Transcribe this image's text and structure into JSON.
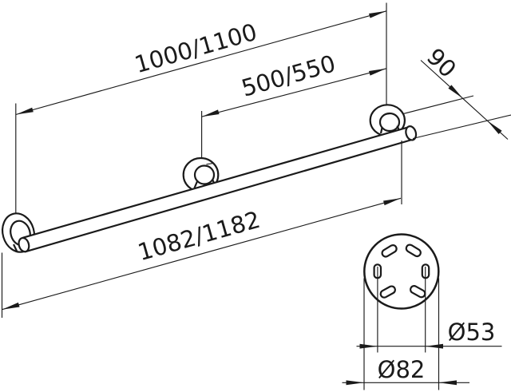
{
  "drawing": {
    "kind": "technical-dimension-drawing",
    "subject": "grab-bar-with-three-wall-flanges",
    "background_color": "#ffffff",
    "line_color": "#1a1a1a",
    "views": {
      "main_view": "bar with three mounting flanges, axonometric",
      "detail_view": "flange face with six mounting slots"
    },
    "dimensions": {
      "flange_center_distance": "1000/1100",
      "mid_flange_distance": "500/550",
      "wall_projection": "90",
      "overall_length": "1082/1182",
      "slot_circle_diameter": "Ø53",
      "flange_diameter": "Ø82"
    }
  }
}
